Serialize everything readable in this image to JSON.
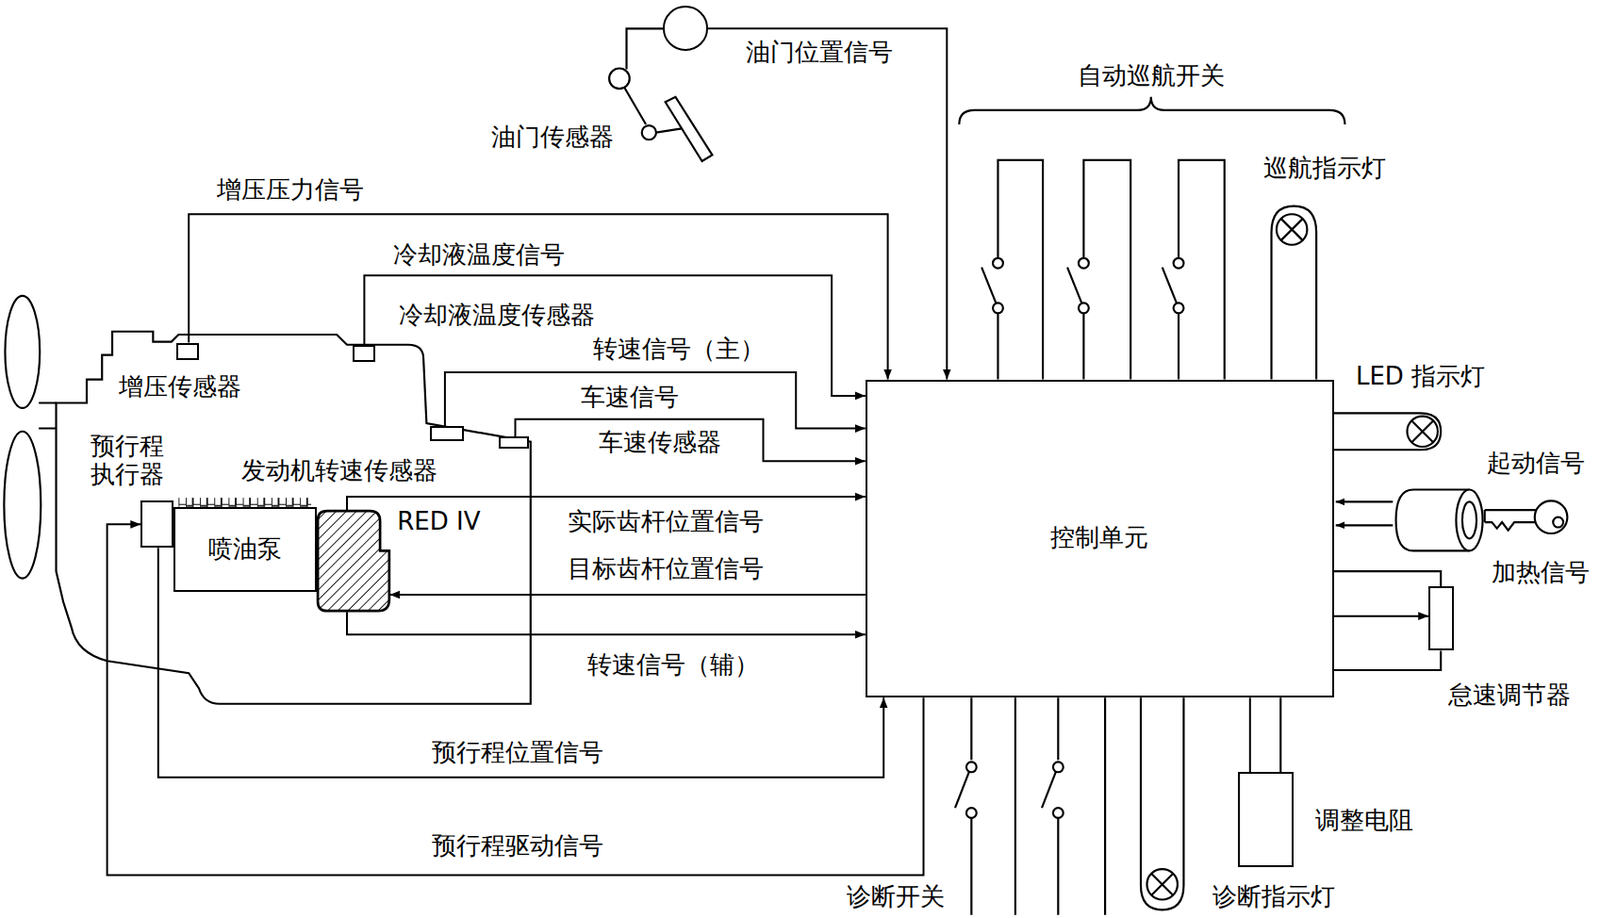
{
  "diagram": {
    "nodes": [
      {
        "text": [
          "油门传感器"
        ]
      },
      {
        "text": [
          "增压传感器"
        ]
      },
      {
        "text": [
          "冷却液温度传感器"
        ]
      },
      {
        "text": [
          "发动机转速传感器"
        ]
      },
      {
        "text": [
          "车速传感器"
        ]
      },
      {
        "text": [
          "预行程 执行器"
        ]
      },
      {
        "text": [
          "喷油泵"
        ]
      },
      {
        "text": [
          "RED IV"
        ]
      },
      {
        "text": [
          "控制单元"
        ]
      },
      {
        "text": [
          "怠速调节器"
        ]
      },
      {
        "text": [
          "调整电阻"
        ]
      }
    ],
    "edges": [
      {
        "from": 0,
        "to": 8,
        "arrow": "to",
        "label": "油门位置信号"
      },
      {
        "from": 1,
        "to": 8,
        "arrow": "to",
        "label": "增压压力信号"
      },
      {
        "from": 2,
        "to": 8,
        "arrow": "to",
        "label": "冷却液温度信号"
      },
      {
        "from": 3,
        "to": 8,
        "arrow": "to",
        "label": "转速信号（主）"
      },
      {
        "from": 4,
        "to": 8,
        "arrow": "to",
        "label": "车速信号"
      },
      {
        "from": 8,
        "to": 5,
        "arrow": "to",
        "label": "预行程驱动信号"
      },
      {
        "from": 5,
        "to": 8,
        "arrow": "to",
        "label": "预行程位置信号"
      },
      {
        "from": 7,
        "to": 8,
        "arrow": "to",
        "label": "实际齿杆位置信号"
      },
      {
        "from": 8,
        "to": 7,
        "arrow": "to",
        "label": "目标齿杆位置信号"
      },
      {
        "from": 7,
        "to": 8,
        "arrow": "to",
        "label": "转速信号（辅）"
      },
      {
        "from": 8,
        "to": 9,
        "arrow": "to"
      },
      {
        "from": 8,
        "to": 10,
        "arrow": "none"
      }
    ],
    "labels": [
      "自动巡航开关",
      "巡航指示灯",
      "LED 指示灯",
      "起动信号",
      "加热信号",
      "诊断开关",
      "诊断指示灯"
    ]
  }
}
